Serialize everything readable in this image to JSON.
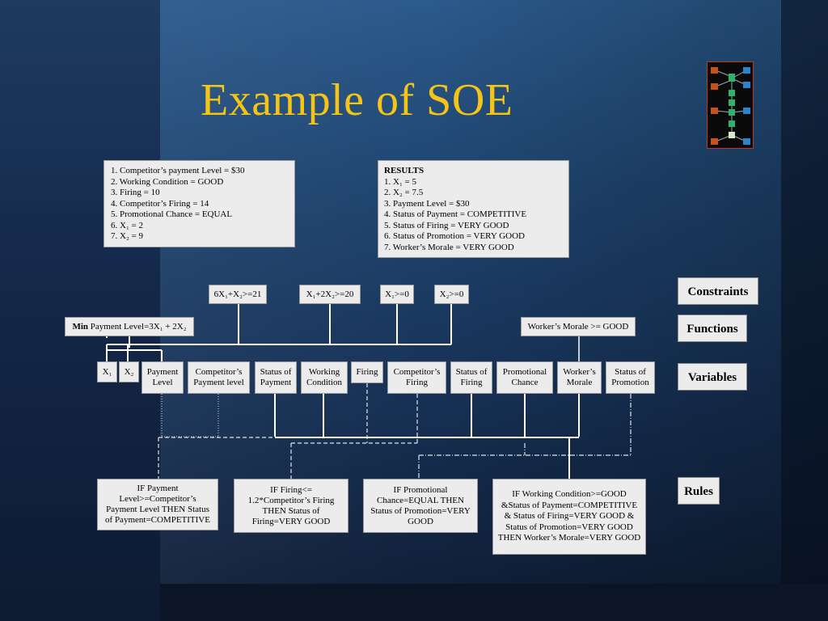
{
  "title": "Example of SOE",
  "inputs_list": [
    "1. Competitor’s payment Level = $30",
    "2. Working Condition = GOOD",
    "3. Firing = 10",
    "4. Competitor’s Firing = 14",
    "5. Promotional Chance = EQUAL",
    "6. X₁ = 2",
    "7. X₂ = 9"
  ],
  "results": {
    "heading": "RESULTS",
    "items": [
      "1. X₁ = 5",
      "2. X₂ = 7.5",
      "3. Payment Level = $30",
      "4. Status of  Payment = COMPETITIVE",
      "5. Status of Firing = VERY GOOD",
      "6. Status of Promotion = VERY GOOD",
      "7. Worker’s Morale = VERY GOOD"
    ]
  },
  "constraints": [
    "6X₁+X₂>=21",
    "X₁+2X₂>=20",
    "X₁>=0",
    "X₂>=0"
  ],
  "functions": {
    "min_prefix": "Min",
    "min_body": "Payment Level=3X₁ + 2X₂",
    "morale": "Worker’s Morale >= GOOD"
  },
  "variables": [
    "X₁",
    "X₂",
    "Payment Level",
    "Competitor’s Payment level",
    "Status of Payment",
    "Working Condition",
    "Firing",
    "Competitor’s Firing",
    "Status of Firing",
    "Promotional Chance",
    "Worker’s Morale",
    "Status of Promotion"
  ],
  "rules": [
    "IF Payment Level>=Competitor’s Payment Level THEN Status of Payment=COMPETITIVE",
    "IF Firing<= 1.2*Competitor’s Firing THEN Status of Firing=VERY GOOD",
    "IF Promotional Chance=EQUAL THEN Status of Promotion=VERY GOOD",
    "IF Working Condition>=GOOD &Status of  Payment=COMPETITIVE &  Status of Firing=VERY GOOD & Status of Promotion=VERY GOOD THEN Worker’s Morale=VERY GOOD"
  ],
  "side_labels": {
    "constraints": "Constraints",
    "functions": "Functions",
    "variables": "Variables",
    "rules": "Rules"
  },
  "colors": {
    "title": "#f4c416",
    "box": "#ececec"
  },
  "icons": {
    "logo": "network-diagram-logo-icon"
  }
}
